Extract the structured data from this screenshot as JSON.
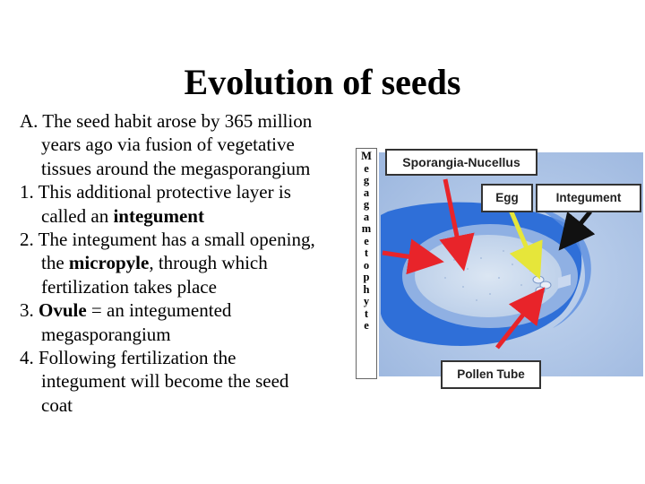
{
  "title": "Evolution of seeds",
  "bullets": [
    {
      "prefix": "A. The seed habit arose by 365 million",
      "rest": [
        "years ago via fusion of vegetative",
        "tissues around the megasporangium"
      ]
    },
    {
      "prefix": "1. This additional protective layer is",
      "rest_html": true
    },
    {
      "prefix": "2. The integument has a small opening,"
    },
    {
      "prefix": "3. "
    },
    {
      "prefix": "4. Following fertilization the",
      "rest": [
        "integument will become the seed",
        "coat"
      ]
    }
  ],
  "b1_line2_pre": "called an ",
  "b1_bold": "integument",
  "b2_line2_pre": "the ",
  "b2_bold": "micropyle",
  "b2_line2_post": ", through which",
  "b2_line3": "fertilization takes place",
  "b3_bold": "Ovule",
  "b3_post": " = an integumented",
  "b3_line2": "megasporangium",
  "diagram": {
    "vertical_label": [
      "M",
      "e",
      "g",
      "a",
      "g",
      "a",
      "m",
      "e",
      "t",
      "o",
      "p",
      "h",
      "y",
      "t",
      "e"
    ],
    "labels": {
      "sporangia_nucellus": "Sporangia-Nucellus",
      "egg": "Egg",
      "integument": "Integument",
      "pollen_tube": "Pollen Tube"
    },
    "colors": {
      "integument_blue": "#2f6fd8",
      "background_blue": "#a9c3e6",
      "arrow_red": "#e8242a",
      "arrow_yellow": "#e6e63a",
      "arrow_black": "#111111"
    }
  }
}
